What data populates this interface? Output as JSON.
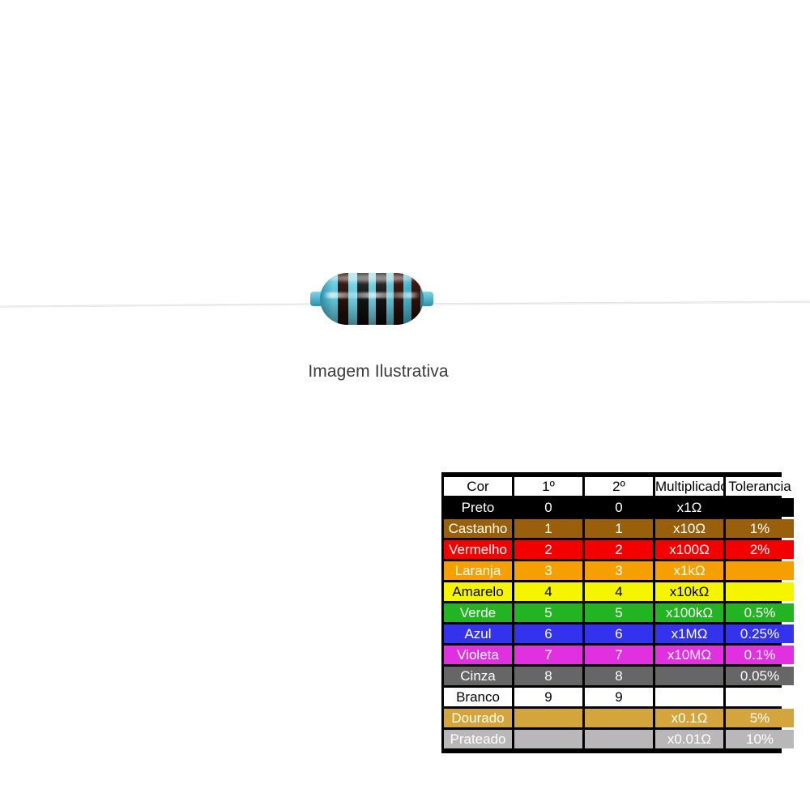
{
  "photo": {
    "caption": "Imagem Ilustrativa",
    "component": "resistor",
    "body_color": "#5fc3d8",
    "lead_color": "#9ba0a4",
    "bands": [
      {
        "name": "band-1",
        "color": "#2a120d"
      },
      {
        "name": "band-2",
        "color": "#0a0a0a"
      },
      {
        "name": "band-3",
        "color": "#0a0a0a"
      },
      {
        "name": "band-4",
        "color": "#2a120d"
      },
      {
        "name": "band-5",
        "color": "#2a120d"
      }
    ]
  },
  "table": {
    "headers": [
      "Cor",
      "1º",
      "2º",
      "Multiplicador",
      "Tolerancia"
    ],
    "rows": [
      {
        "name": "Preto",
        "digit1": "0",
        "digit2": "0",
        "multiplier": "x1Ω",
        "tolerance": "",
        "bg": "#000000",
        "fg": "#ffffff",
        "empty_cells": [
          "tolerance"
        ]
      },
      {
        "name": "Castanho",
        "digit1": "1",
        "digit2": "1",
        "multiplier": "x10Ω",
        "tolerance": "1%",
        "bg": "#9a5f0a",
        "fg": "#ffffff",
        "empty_cells": []
      },
      {
        "name": "Vermelho",
        "digit1": "2",
        "digit2": "2",
        "multiplier": "x100Ω",
        "tolerance": "2%",
        "bg": "#f50000",
        "fg": "#ffffff",
        "empty_cells": []
      },
      {
        "name": "Laranja",
        "digit1": "3",
        "digit2": "3",
        "multiplier": "x1kΩ",
        "tolerance": "",
        "bg": "#f5a000",
        "fg": "#ffffff",
        "empty_cells": []
      },
      {
        "name": "Amarelo",
        "digit1": "4",
        "digit2": "4",
        "multiplier": "x10kΩ",
        "tolerance": "",
        "bg": "#f5f500",
        "fg": "#000000",
        "empty_cells": []
      },
      {
        "name": "Verde",
        "digit1": "5",
        "digit2": "5",
        "multiplier": "x100kΩ",
        "tolerance": "0.5%",
        "bg": "#22b422",
        "fg": "#ffffff",
        "empty_cells": []
      },
      {
        "name": "Azul",
        "digit1": "6",
        "digit2": "6",
        "multiplier": "x1MΩ",
        "tolerance": "0.25%",
        "bg": "#3333ee",
        "fg": "#ffffff",
        "empty_cells": []
      },
      {
        "name": "Violeta",
        "digit1": "7",
        "digit2": "7",
        "multiplier": "x10MΩ",
        "tolerance": "0.1%",
        "bg": "#e030e0",
        "fg": "#ffffff",
        "empty_cells": []
      },
      {
        "name": "Cinza",
        "digit1": "8",
        "digit2": "8",
        "multiplier": "",
        "tolerance": "0.05%",
        "bg": "#666666",
        "fg": "#ffffff",
        "empty_cells": []
      },
      {
        "name": "Branco",
        "digit1": "9",
        "digit2": "9",
        "multiplier": "",
        "tolerance": "",
        "bg": "#ffffff",
        "fg": "#000000",
        "empty_cells": []
      },
      {
        "name": "Dourado",
        "digit1": "",
        "digit2": "",
        "multiplier": "x0.1Ω",
        "tolerance": "5%",
        "bg": "#d4a53c",
        "fg": "#ffffff",
        "empty_cells": []
      },
      {
        "name": "Prateado",
        "digit1": "",
        "digit2": "",
        "multiplier": "x0.01Ω",
        "tolerance": "10%",
        "bg": "#b8b8b8",
        "fg": "#ffffff",
        "empty_cells": []
      }
    ]
  }
}
